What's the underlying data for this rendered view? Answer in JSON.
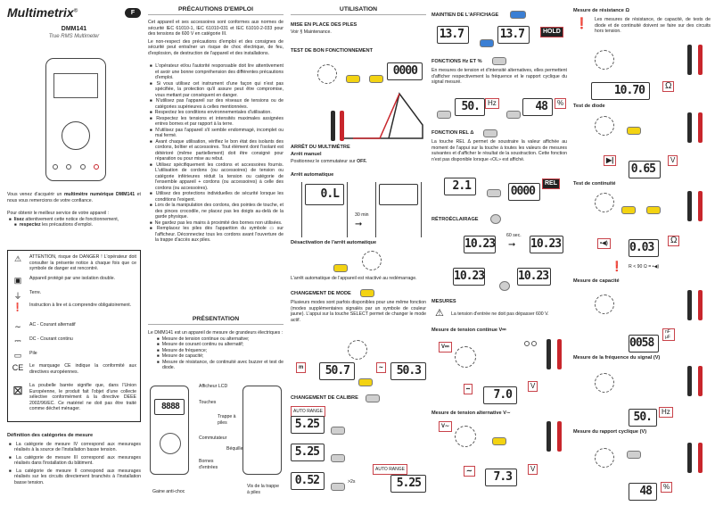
{
  "header": {
    "brand": "Multimetrix",
    "brand_mark": "©",
    "lang_badge": "F",
    "model": "DMM141",
    "subtitle": "True RMS Multimeter"
  },
  "intro": {
    "p1_a": "Vous venez d'acquérir un ",
    "p1_b": "multimètre numérique DMM141",
    "p1_c": " et nous vous remercions de votre confiance.",
    "p2": "Pour obtenir le meilleur service de votre appareil :",
    "b1_a": "lisez",
    "b1_b": " attentivement cette notice de fonctionnement,",
    "b2_a": "respectez",
    "b2_b": " les précautions d'emploi."
  },
  "symbols": [
    {
      "icon": "warning-triangle",
      "glyph": "⚠",
      "text": "ATTENTION, risque de DANGER ! L'opérateur doit consulter la présente notice à chaque fois que ce symbole de danger est rencontré."
    },
    {
      "icon": "double-insulation",
      "glyph": "▣",
      "text": "Appareil protégé par une isolation double."
    },
    {
      "icon": "earth",
      "glyph": "⏚",
      "text": "Terre."
    },
    {
      "icon": "instruction",
      "glyph": "❗",
      "text": "Instruction à lire et à comprendre obligatoirement."
    },
    {
      "icon": "ac",
      "glyph": "∼",
      "text": "AC - Courant alternatif"
    },
    {
      "icon": "dc",
      "glyph": "⎓",
      "text": "DC - Courant continu"
    },
    {
      "icon": "battery",
      "glyph": "▭",
      "text": "Pile"
    },
    {
      "icon": "ce-mark",
      "glyph": "CE",
      "text": "Le marquage CE indique la conformité aux directives européennes."
    },
    {
      "icon": "crossed-bin",
      "glyph": "⊠",
      "text": "La poubelle barrée signifie que, dans l'Union Européenne, le produit fait l'objet d'une collecte sélective conformément à la directive DEEE 2002/96/EC. Ce matériel ne doit pas être traité comme déchet ménager."
    }
  ],
  "categories": {
    "title": "Définition des catégories de mesure",
    "items": [
      "La catégorie de mesure IV correspond aux mesurages réalisés à la source de l'installation basse tension.",
      "La catégorie de mesure III correspond aux mesurages réalisés dans l'installation du bâtiment.",
      "La catégorie de mesure II correspond aux mesurages réalisés sur les circuits directement branchés à l'installation basse tension."
    ]
  },
  "precautions": {
    "title": "PRÉCAUTIONS D'EMPLOI",
    "p1": "Cet appareil et ses accessoires sont conformes aux normes de sécurité IEC 61010-1, IEC 61010-031 et IEC 61010-2-033 pour des tensions de 600 V en catégorie III.",
    "p2": "Le non-respect des précautions d'emploi et des consignes de sécurité peut entraîner un risque de choc électrique, de feu, d'explosion, de destruction de l'appareil et des installations.",
    "items": [
      "L'opérateur et/ou l'autorité responsable doit lire attentivement et avoir une bonne compréhension des différentes précautions d'emploi.",
      "Si vous utilisez cet instrument d'une façon qui n'est pas spécifiée, la protection qu'il assure peut être compromise, vous mettant par conséquent en danger.",
      "N'utilisez pas l'appareil sur des réseaux de tensions ou de catégories supérieures à celles mentionnées.",
      "Respectez les conditions environnementales d'utilisation.",
      "Respectez les tensions et intensités maximales assignées entres bornes et par rapport à la terre.",
      "N'utilisez pas l'appareil s'il semble endommagé, incomplet ou mal fermé.",
      "Avant chaque utilisation, vérifiez le bon état des isolants des cordons, boîtier et accessoires. Tout élément dont l'isolant est détérioré (même partiellement) doit être consigné pour réparation ou pour mise au rebut.",
      "Utilisez spécifiquement les cordons et accessoires fournis. L'utilisation de cordons (ou accessoires) de tension ou catégorie inférieures réduit la tension ou catégorie de l'ensemble appareil + cordons (ou accessoires) à celle des cordons (ou accessoires).",
      "Utilisez des protections individuelles de sécurité lorsque les conditions l'exigent.",
      "Lors de la manipulation des cordons, des pointes de touche, et des pinces crocodile, ne placez pas les doigts au-delà de la garde physique.",
      "Ne gardez pas les mains à proximité des bornes non utilisées.",
      "Remplacez les piles dès l'apparition du symbole ▭ sur l'afficheur. Déconnectez tous les cordons avant l'ouverture de la trappe d'accès aux piles."
    ]
  },
  "presentation": {
    "title": "PRÉSENTATION",
    "intro": "Le DMM141 est un appareil de mesure de grandeurs électriques :",
    "items": [
      "Mesure de tension continue ou alternative;",
      "Mesure de courant continu ou alternatif;",
      "Mesure de fréquence;",
      "Mesure de capacité;",
      "Mesure de résistance, de continuité avec buzzer et test de diode."
    ],
    "labels": {
      "lcd": "Afficheur LCD",
      "keys": "Touches",
      "switch": "Commutateur",
      "terminals": "Bornes d'entrées",
      "sleeve": "Gaine anti-choc",
      "battery_door": "Trappe à piles",
      "stand": "Béquille",
      "screws": "Vis de la trappe à piles"
    },
    "lcd_value": "8888"
  },
  "utilisation": {
    "title": "UTILISATION",
    "batteries_title": "MISE EN PLACE DES PILES",
    "batteries_text": "Voir § Maintenance.",
    "test_title": "TEST DE BON FONCTIONNEMENT",
    "test_lcd": "0000",
    "off_title": "ARRÊT DU MULTIMÈTRE",
    "manual_title": "Arrêt manuel",
    "manual_text_a": "Positionnez le commutateur sur ",
    "manual_text_b": "OFF.",
    "auto_title": "Arrêt automatique",
    "auto_lcd": "0.L",
    "auto_delay": "30 min",
    "disable_title": "Désactivation de l'arrêt automatique",
    "disable_text": "L'arrêt automatique de l'appareil est réactivé au redémarrage.",
    "mode_title": "CHANGEMENT DE MODE",
    "mode_text": "Plusieurs modes sont parfois disponibles pour une même fonction (modes supplémentaires signalés par un symbole de couleur jaune). L'appui sur la touche SELECT permet de changer le mode actif.",
    "mode_lcd1": "50.7",
    "mode_lcd2": "50.3",
    "mode_tag1": "m",
    "mode_tag2": "~",
    "range_title": "CHANGEMENT DE CALIBRE",
    "auto_range": "AUTO RANGE",
    "range_lcd1": "5.25",
    "range_lcd2": "5.25",
    "range_lcd3": "0.52",
    "range_hold": ">2s",
    "range_lcd4": "5.25"
  },
  "hold": {
    "title": "MAINTIEN DE L'AFFICHAGE",
    "lcd1": "13.7",
    "lcd2": "13.7",
    "tag": "HOLD"
  },
  "hzpct": {
    "title": "FONCTIONS Hz ET %",
    "text": "En mesures de tension et d'intensité alternatives, elles permettent d'afficher respectivement la fréquence et le rapport cyclique du signal mesuré.",
    "lcd1": "50.",
    "tag1": "Hz",
    "lcd2": "48",
    "tag2": "%"
  },
  "rel": {
    "title": "FONCTION REL Δ",
    "text": "La touche REL Δ permet de soustraire la valeur affichée au moment de l'appui sur la touche à toutes les valeurs de mesures suivantes et d'afficher le résultat de la soustraction. Cette fonction n'est pas disponible lorsque «OL» est affiché.",
    "lcd1": "2.1",
    "lcd2": "0000",
    "tag": "REL"
  },
  "backlight": {
    "title": "RÉTROÉCLAIRAGE",
    "lcd1": "10.23",
    "delay": "60 sec.",
    "lcd2": "10.23",
    "lcd3": "10.23",
    "lcd4": "10.23"
  },
  "mesures": {
    "title": "MESURES",
    "warning": "La tension d'entrée ne doit pas dépasser 600 V.",
    "dcv_title": "Mesure de tension continue",
    "dcv_sym": "V⎓",
    "dcv_lcd": "7.0",
    "dcv_unit": "V",
    "dcv_tag": "⎓",
    "acv_title": "Mesure de tension alternative",
    "acv_sym": "V∼",
    "acv_lcd": "7.3",
    "acv_unit": "V",
    "acv_tag": "∼"
  },
  "col5": {
    "res_title": "Mesure de résistance Ω",
    "res_text": "Les mesures de résistance, de capacité, de tests de diode et de continuité doivent se faire sur des circuits hors tension.",
    "res_lcd": "10.70",
    "res_unit": "Ω",
    "diode_title": "Test de diode",
    "diode_lcd": "0.65",
    "diode_unit": "V",
    "cont_title": "Test de continuité",
    "cont_lcd": "0.03",
    "cont_unit": "Ω",
    "cont_note": "R < 90 Ω = •◀)",
    "cap_title": "Mesure de capacité",
    "cap_lcd": "0058",
    "cap_unit": "nF µF",
    "freq_title": "Mesure de la fréquence du signal (V)",
    "freq_lcd": "50.",
    "freq_unit": "Hz",
    "duty_title": "Mesure du rapport cyclique (V)",
    "duty_lcd": "48",
    "duty_unit": "%"
  },
  "colors": {
    "select_button": "#f3d312",
    "hold_button": "#3b7fd4",
    "callout": "#c8434a",
    "red_lead": "#c8262c",
    "black_lead": "#2b2b2b"
  }
}
